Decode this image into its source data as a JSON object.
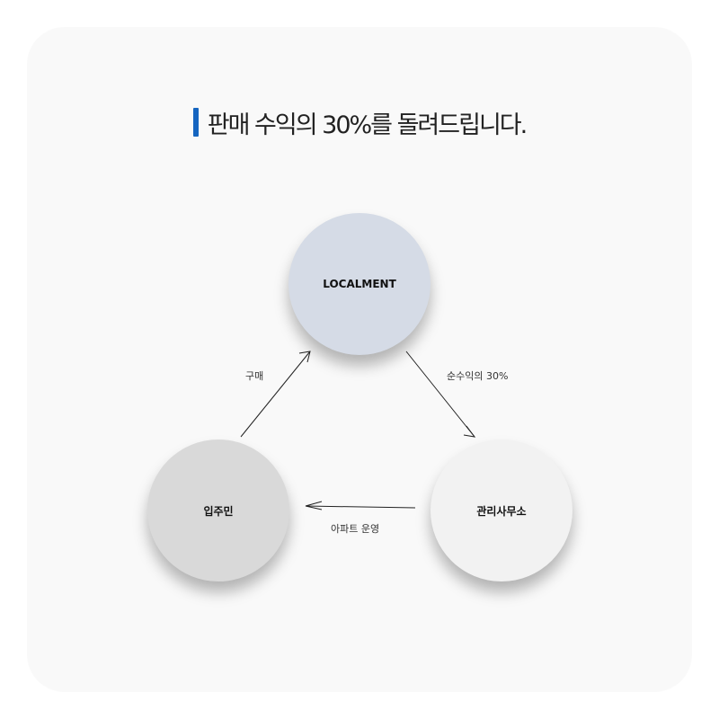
{
  "title": "판매 수익의 30%를 돌려드립니다.",
  "colors": {
    "accent": "#1565c0",
    "card_background": "#f9f9f9",
    "localment_node": "#d5dbe6",
    "resident_node": "#d9d9d9",
    "office_node": "#f2f2f2"
  },
  "nodes": {
    "localment": "LOCALMENT",
    "resident": "입주민",
    "office": "관리사무소"
  },
  "edges": {
    "purchase": "구매",
    "net_profit": "순수익의 30%",
    "apartment_operation": "아파트 운영"
  }
}
